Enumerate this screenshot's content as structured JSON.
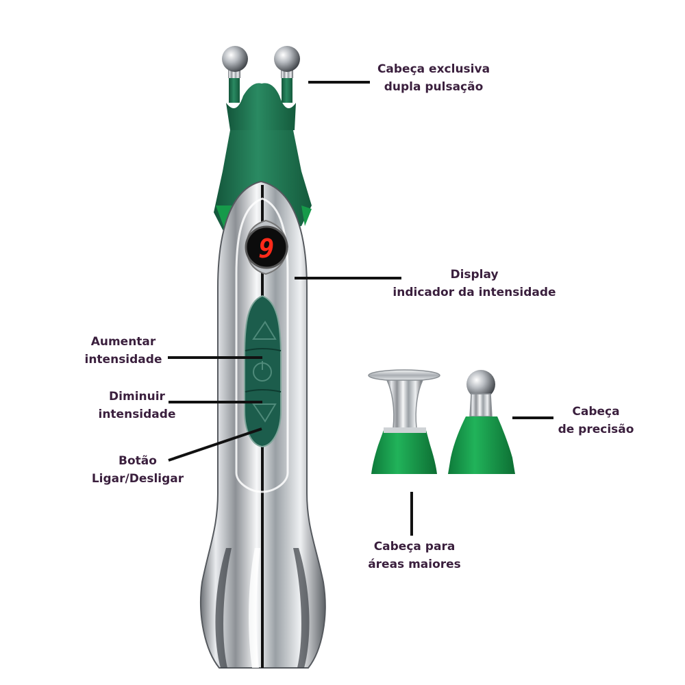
{
  "display": {
    "digit": "9"
  },
  "labels": {
    "dual_head": {
      "line1": "Cabeça exclusiva",
      "line2": "dupla pulsação"
    },
    "display": {
      "line1": "Display",
      "line2": "indicador da intensidade"
    },
    "increase": {
      "line1": "Aumentar",
      "line2": "intensidade"
    },
    "decrease": {
      "line1": "Diminuir",
      "line2": "intensidade"
    },
    "power": {
      "line1": "Botão",
      "line2": "Ligar/Desligar"
    },
    "precision_head": {
      "line1": "Cabeça",
      "line2": "de precisão"
    },
    "large_area_head": {
      "line1": "Cabeça para",
      "line2": "áreas maiores"
    }
  },
  "colors": {
    "label_text": "#3a1f3d",
    "device_green": "#1f7a52",
    "accent_green": "#169a4a",
    "display_digit": "#ff2a1a",
    "chrome": "#c9ccd0"
  }
}
